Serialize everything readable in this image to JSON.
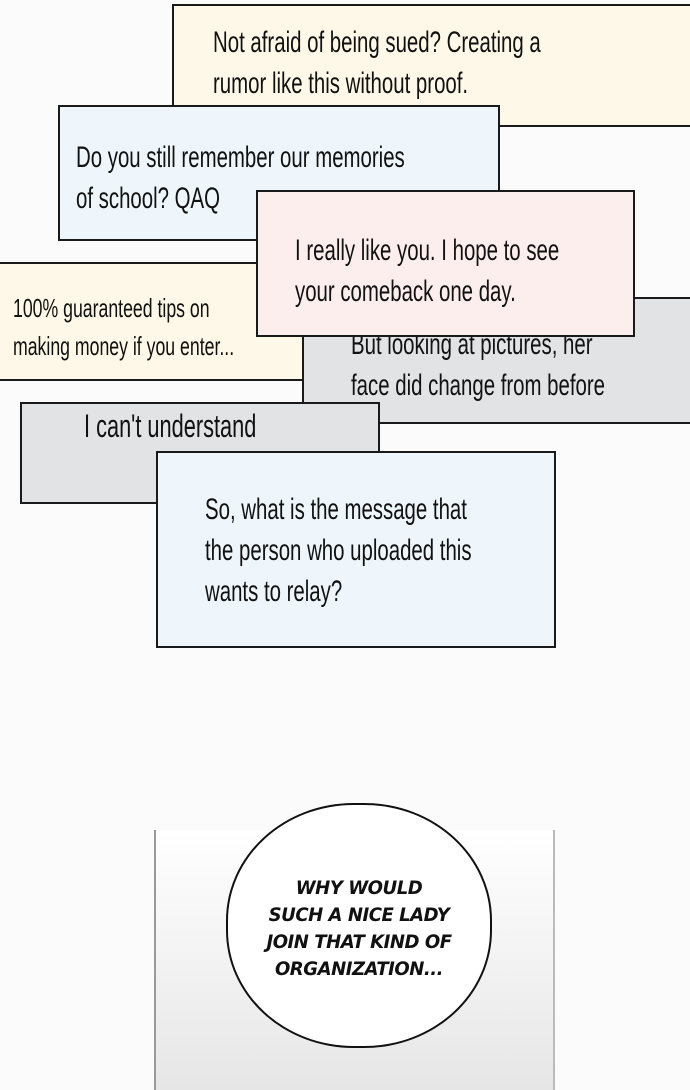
{
  "comments": [
    {
      "lines": [
        "Not afraid of being sued? Creating a",
        "rumor like this without proof."
      ],
      "color": "#fdf8e7"
    },
    {
      "lines": [
        "Do you still remember our memories",
        "of school? QAQ"
      ],
      "color": "#eef6fb"
    },
    {
      "lines": [
        "100% guaranteed tips on",
        "making money if you enter..."
      ],
      "color": "#fdf8e7"
    },
    {
      "lines": [
        "But looking at pictures, her",
        "face did change from before"
      ],
      "color": "#e1e3e5"
    },
    {
      "lines": [
        "I really like you. I hope to see",
        "your comeback one day."
      ],
      "color": "#fdeeee"
    },
    {
      "lines": [
        "I can't understand"
      ],
      "color": "#e1e3e5"
    },
    {
      "lines": [
        "So, what is the message that",
        "the person who uploaded this",
        "wants to relay?"
      ],
      "color": "#eef6fb"
    }
  ],
  "speech_bubble": {
    "lines": [
      "WHY WOULD",
      "SUCH A NICE LADY",
      "JOIN THAT KIND OF",
      "ORGANIZATION..."
    ]
  }
}
